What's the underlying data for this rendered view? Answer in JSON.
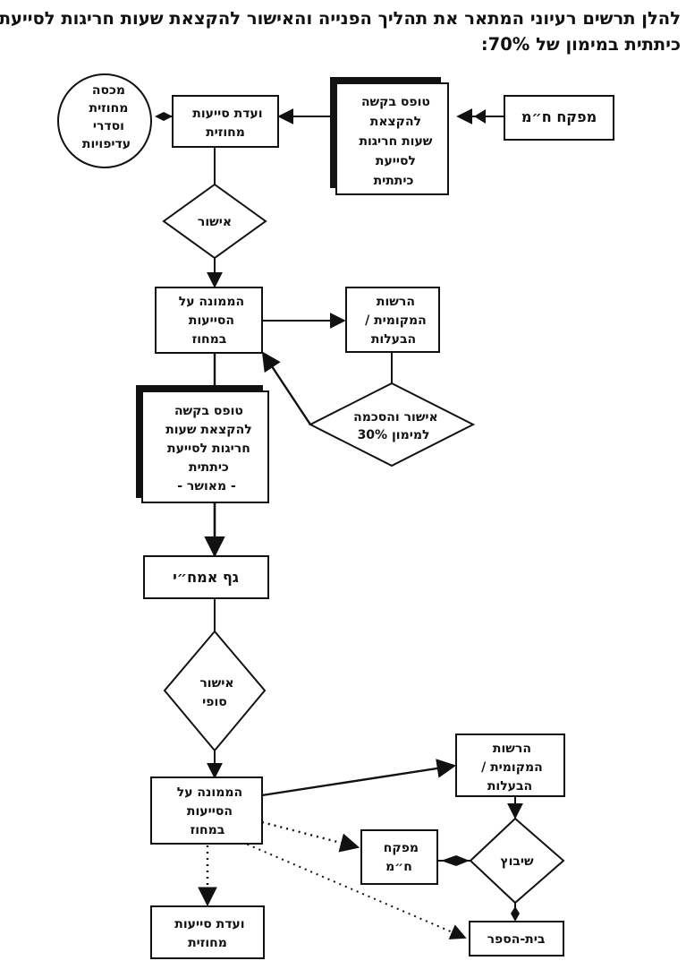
{
  "intro": {
    "line1": "להלן תרשים רעיוני המתאר את תהליך הפנייה והאישור להקצאת שעות חריגות לסייעת",
    "line2": "כיתתית במימון של 70%:"
  },
  "nodes": {
    "pikuach_top": {
      "lines": [
        "מפקח ח״מ"
      ]
    },
    "form_request": {
      "lines": [
        "טופס בקשה",
        "להקצאת",
        "שעות חריגות",
        "לסייעת",
        "כיתתית"
      ]
    },
    "committee_top": {
      "lines": [
        "ועדת סייעות",
        "מחוזית"
      ]
    },
    "quota": {
      "lines": [
        "מכסה",
        "מחוזית",
        "וסדרי",
        "עדיפויות"
      ]
    },
    "approval1": {
      "lines": [
        "אישור"
      ]
    },
    "memune1": {
      "lines": [
        "הממונה על",
        "הסייעות",
        "במחוז"
      ]
    },
    "authority1": {
      "lines": [
        "הרשות",
        "המקומית /",
        "הבעלות"
      ]
    },
    "approval_30": {
      "lines": [
        "אישור והסכמה",
        "למימון 30%"
      ]
    },
    "form_approved": {
      "lines": [
        "טופס בקשה",
        "להקצאת שעות",
        "חריגות לסייעת",
        "כיתתית",
        "- מאושר -"
      ]
    },
    "amach": {
      "lines": [
        "גף אמח״י"
      ]
    },
    "final_approval": {
      "lines": [
        "אישור",
        "סופי"
      ]
    },
    "memune2": {
      "lines": [
        "הממונה על",
        "הסייעות",
        "במחוז"
      ]
    },
    "authority2": {
      "lines": [
        "הרשות",
        "המקומית /",
        "הבעלות"
      ]
    },
    "placement": {
      "lines": [
        "שיבוץ"
      ]
    },
    "pikuach_bottom": {
      "lines": [
        "מפקח",
        "ח״מ"
      ]
    },
    "school": {
      "lines": [
        "בית-הספר"
      ]
    },
    "committee_bottom": {
      "lines": [
        "ועדת סייעות",
        "מחוזית"
      ]
    }
  }
}
